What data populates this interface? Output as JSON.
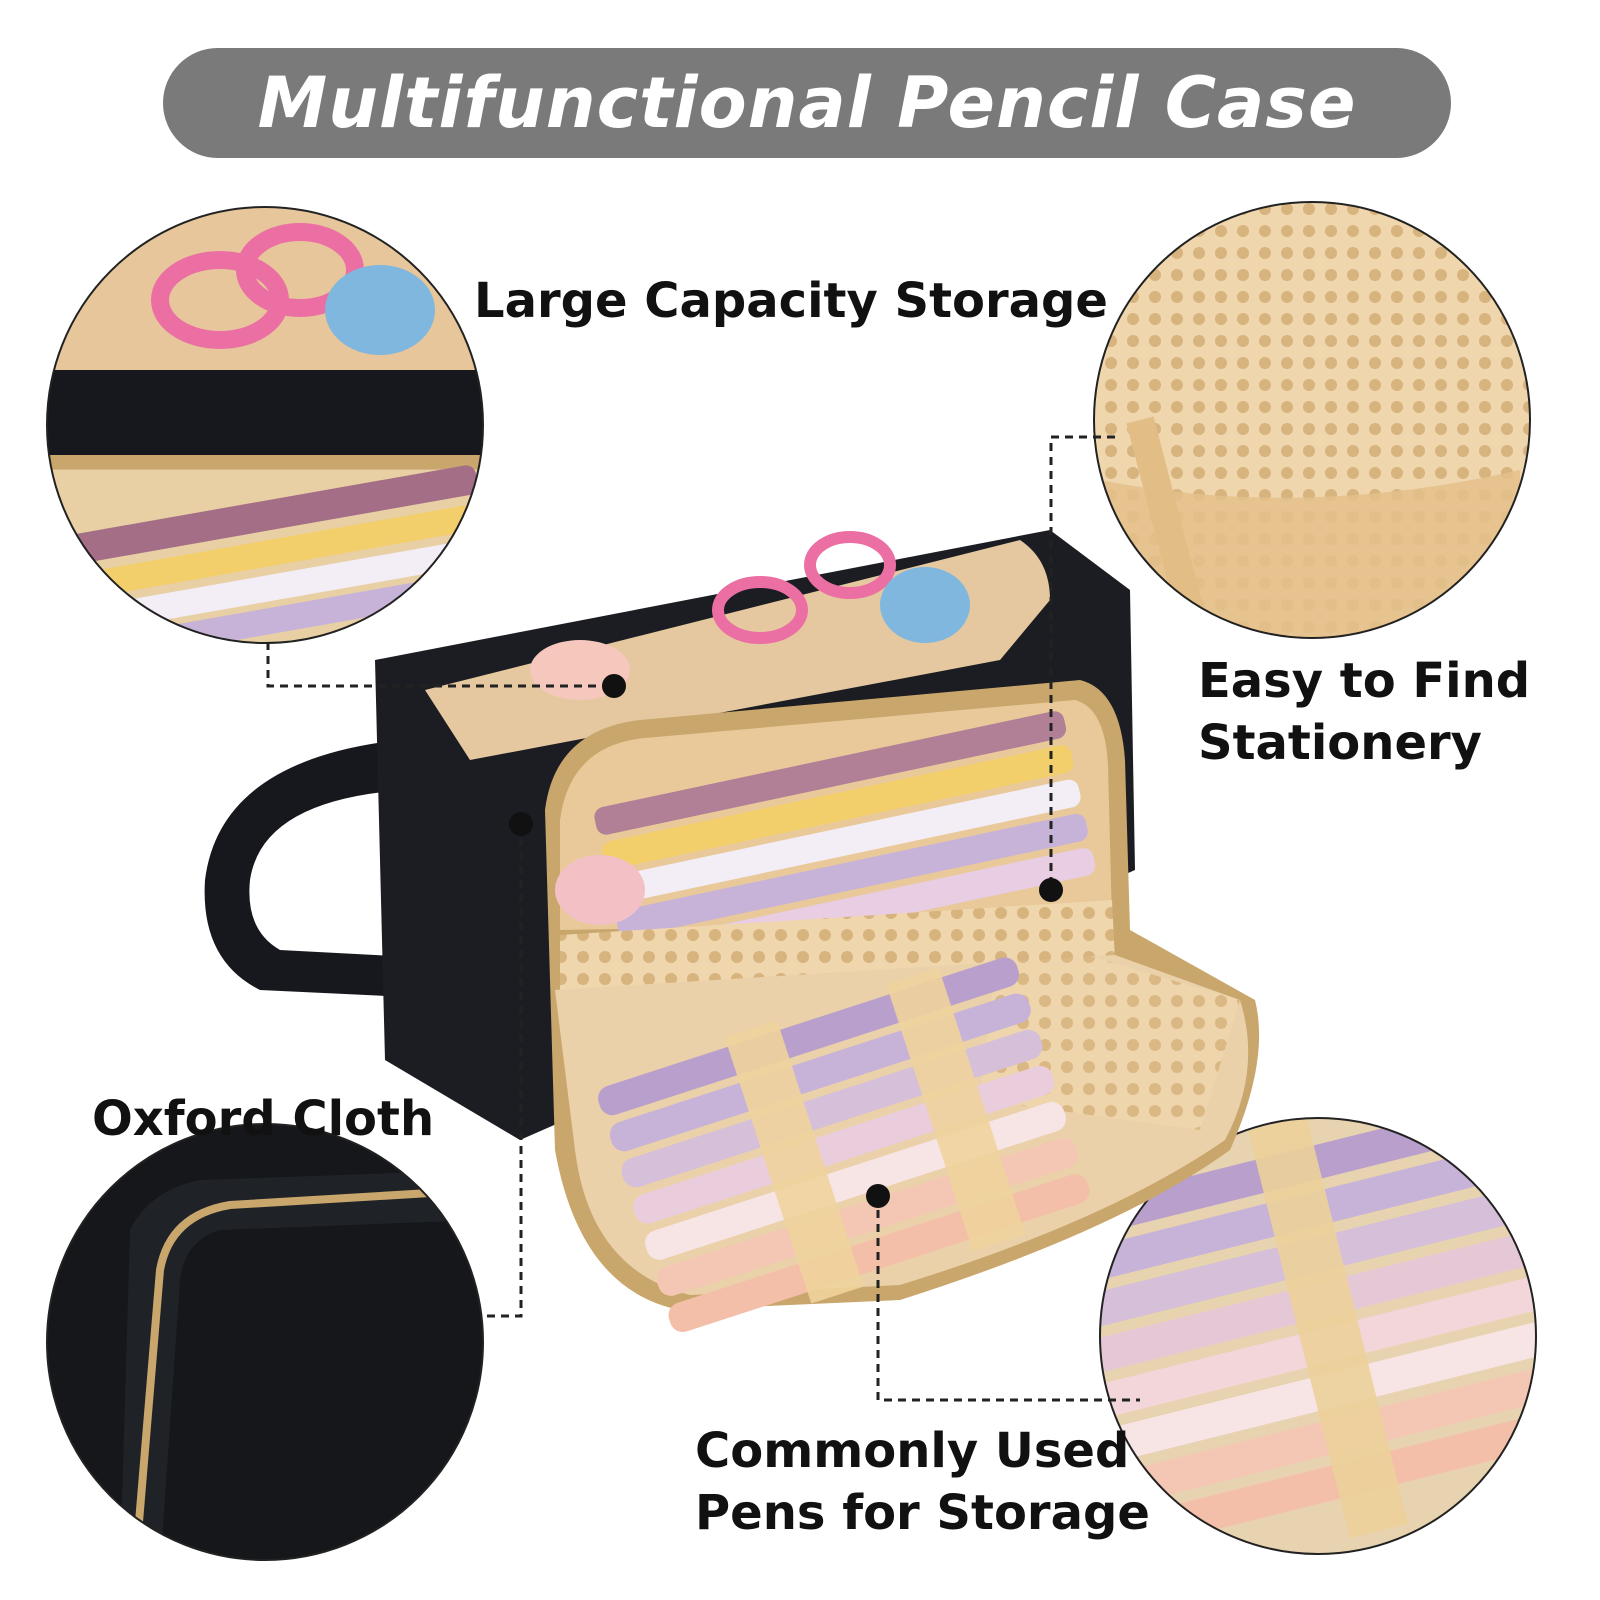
{
  "banner": {
    "title": "Multifunctional Pencil Case"
  },
  "features": {
    "large_capacity": "Large Capacity Storage",
    "easy_find_line1": "Easy to Find",
    "easy_find_line2": "Stationery",
    "oxford": "Oxford Cloth",
    "pens_line1": "Commonly Used",
    "pens_line2": "Pens for Storage"
  },
  "colors": {
    "banner_bg": "#7a7a7a",
    "case_black": "#16181d",
    "lining_beige": "#e9c99a",
    "mesh": "#e6c593",
    "pen_lavender": "#c8b3d8",
    "pen_pink": "#f3c7c7",
    "scissors_pink": "#ec6fa4",
    "tape_blue": "#7fb7df",
    "zipper_gold": "#c9a66b"
  }
}
